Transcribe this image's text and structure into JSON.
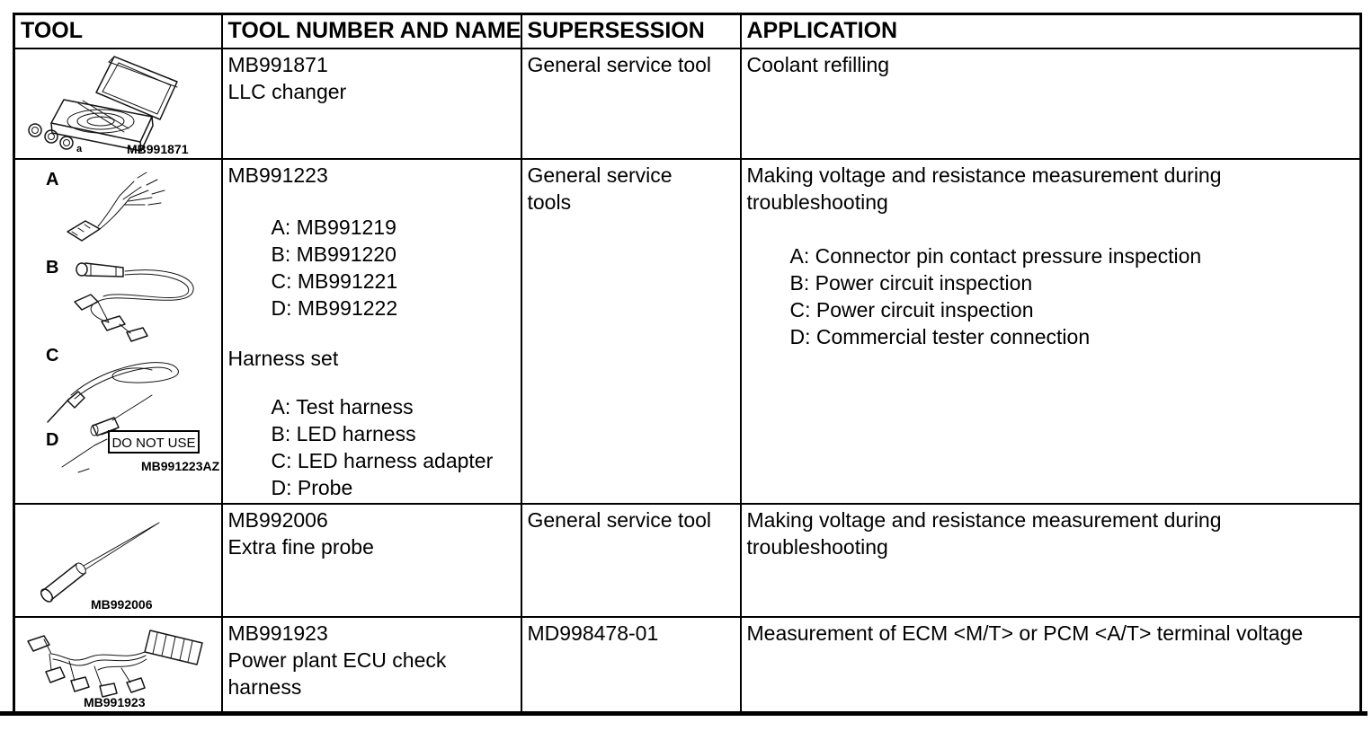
{
  "table": {
    "headers": [
      "TOOL",
      "TOOL NUMBER AND NAME",
      "SUPERSESSION",
      "APPLICATION"
    ],
    "rows": [
      {
        "illustration": {
          "caption": "MB991871",
          "parts_note": "a"
        },
        "number_name": {
          "lines": [
            "MB991871",
            "LLC changer"
          ]
        },
        "supersession": {
          "lines": [
            "General service tool"
          ]
        },
        "application": {
          "lines": [
            "Coolant refilling"
          ]
        }
      },
      {
        "illustration": {
          "labels": [
            "A",
            "B",
            "C",
            "D"
          ],
          "warning": "DO NOT USE",
          "caption": "MB991223AZ"
        },
        "number_name": {
          "main": "MB991223",
          "sub_numbers": [
            "A: MB991219",
            "B: MB991220",
            "C: MB991221",
            "D: MB991222"
          ],
          "name": "Harness set",
          "sub_names": [
            "A: Test harness",
            "B: LED harness",
            "C: LED harness adapter",
            "D: Probe"
          ]
        },
        "supersession": {
          "lines": [
            "General service",
            "tools"
          ]
        },
        "application": {
          "lines": [
            "Making voltage and resistance measurement during",
            "troubleshooting"
          ],
          "sub_items": [
            "A: Connector pin contact pressure inspection",
            "B: Power circuit inspection",
            "C: Power circuit inspection",
            "D: Commercial tester connection"
          ]
        }
      },
      {
        "illustration": {
          "caption": "MB992006"
        },
        "number_name": {
          "lines": [
            "MB992006",
            "Extra fine probe"
          ]
        },
        "supersession": {
          "lines": [
            "General service tool"
          ]
        },
        "application": {
          "lines": [
            "Making voltage and resistance measurement during",
            "troubleshooting"
          ]
        }
      },
      {
        "illustration": {
          "caption": "MB991923"
        },
        "number_name": {
          "lines": [
            "MB991923",
            "Power plant ECU check",
            "harness"
          ]
        },
        "supersession": {
          "lines": [
            "MD998478-01"
          ]
        },
        "application": {
          "lines": [
            "Measurement of ECM <M/T> or PCM <A/T> terminal voltage"
          ]
        }
      }
    ]
  }
}
